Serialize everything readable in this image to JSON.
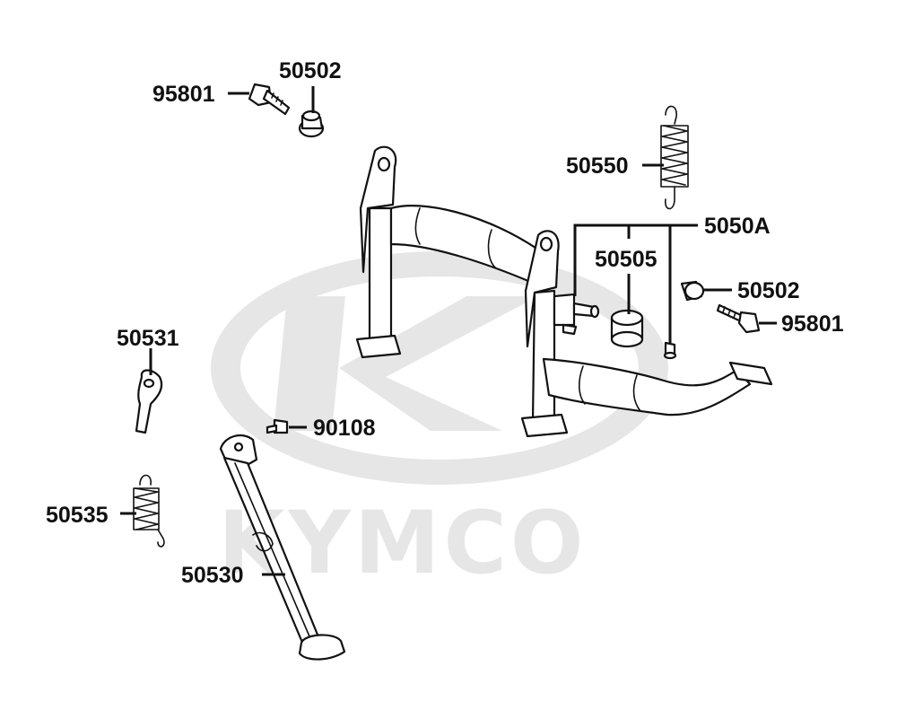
{
  "watermark": {
    "brand": "KYMCO",
    "color": "#e6e6e6"
  },
  "labels": {
    "bolt_top": "95801",
    "collar_top": "50502",
    "spring_main": "50550",
    "kit": "5050A",
    "rubber": "50505",
    "collar_right": "50502",
    "bolt_right": "95801",
    "plate": "50531",
    "bolt_small": "90108",
    "spring_side": "50535",
    "side_stand": "50530"
  }
}
